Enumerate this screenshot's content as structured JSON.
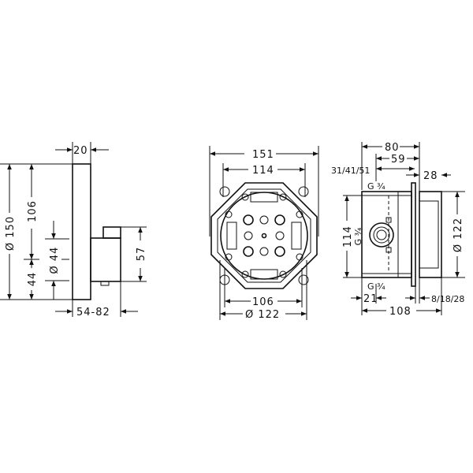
{
  "side_view": {
    "plate_depth": "20",
    "diameter_150": "Ø 150",
    "height_106": "106",
    "offset_44": "44",
    "diameter_44": "Ø 44",
    "body_height_57": "57",
    "depth_range": "54-82"
  },
  "front_view": {
    "width_151": "151",
    "width_114": "114",
    "width_106": "106",
    "diameter_122": "Ø 122"
  },
  "box_view": {
    "depth_80": "80",
    "depth_59": "59",
    "depth_options": "31/41/51",
    "depth_28": "28",
    "thread_top": "G ¾",
    "thread_side": "G ¾",
    "thread_bottom": "G ¾",
    "height_114": "114",
    "diameter_122": "Ø 122",
    "offset_21": "21",
    "plaster_options": "8/18/28",
    "total_108": "108"
  }
}
